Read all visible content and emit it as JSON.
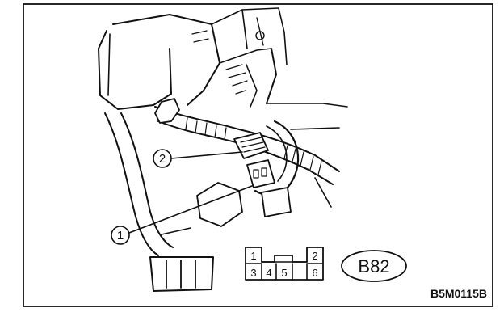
{
  "callouts": [
    {
      "id": "callout-1",
      "number": "1"
    },
    {
      "id": "callout-2",
      "number": "2"
    }
  ],
  "connector_face": {
    "pins": [
      "1",
      "2",
      "3",
      "4",
      "5",
      "6"
    ]
  },
  "connector_code": "B82",
  "figure_code": "B5M0115B"
}
